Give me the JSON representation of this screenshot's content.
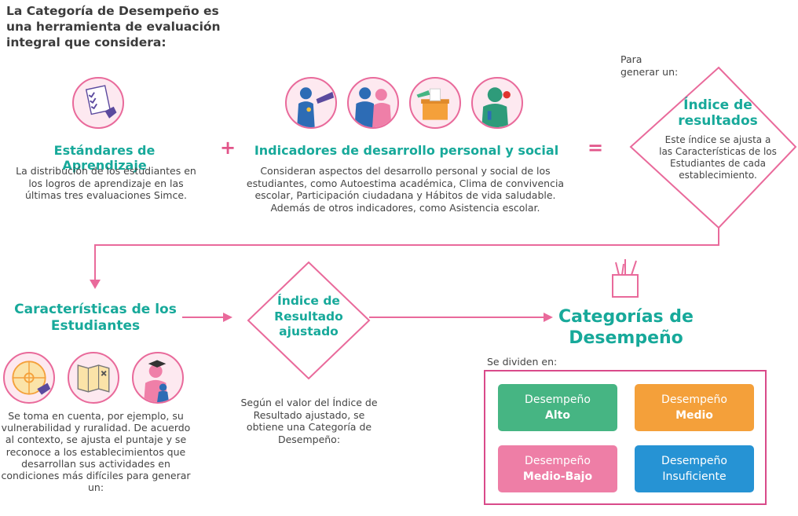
{
  "intro": {
    "text": "La Categoría de Desempeño es una herramienta de evaluación integral que considera:"
  },
  "estandares": {
    "title": "Estándares de Aprendizaje",
    "body": "La distribución de los estudiantes en los logros de aprendizaje en las últimas tres evaluaciones Simce."
  },
  "plus": "+",
  "indicadores": {
    "title": "Indicadores de desarrollo personal y social",
    "body": "Consideran aspectos del desarrollo personal y social de los estudiantes, como Autoestima académica, Clima de convivencia escolar, Participación ciudadana y Hábitos de vida saludable. Además de otros indicadores, como Asistencia escolar."
  },
  "equals": "=",
  "para_generar": "Para generar un:",
  "indice_resultados": {
    "title": "Índice de resultados",
    "body": "Este índice se ajusta a las Características de los Estudiantes de cada establecimiento."
  },
  "caracteristicas": {
    "title": "Características de los Estudiantes",
    "body": "Se toma en cuenta, por ejemplo, su vulnerabilidad y ruralidad. De acuerdo al contexto, se ajusta el puntaje y se reconoce a los establecimientos que desarrollan sus actividades en condiciones más difíciles para generar un:"
  },
  "indice_ajustado": {
    "title": "Índice de Resultado ajustado",
    "body": "Según el valor del Índice de Resultado ajustado, se obtiene una Categoría de Desempeño:"
  },
  "categorias": {
    "title": "Categorías de Desempeño",
    "se_dividen": "Se dividen en:",
    "items": [
      {
        "line1": "Desempeño",
        "line2": "Alto",
        "color": "#46b583"
      },
      {
        "line1": "Desempeño",
        "line2": "Medio",
        "color": "#f4a03a"
      },
      {
        "line1": "Desempeño",
        "line2": "Medio-Bajo",
        "color": "#ee7ea6"
      },
      {
        "line1": "Desempeño",
        "line2": "Insuficiente",
        "color": "#2693d4"
      }
    ]
  },
  "colors": {
    "teal": "#17a99a",
    "pink": "#e2558a",
    "frame": "#d94a8a"
  }
}
